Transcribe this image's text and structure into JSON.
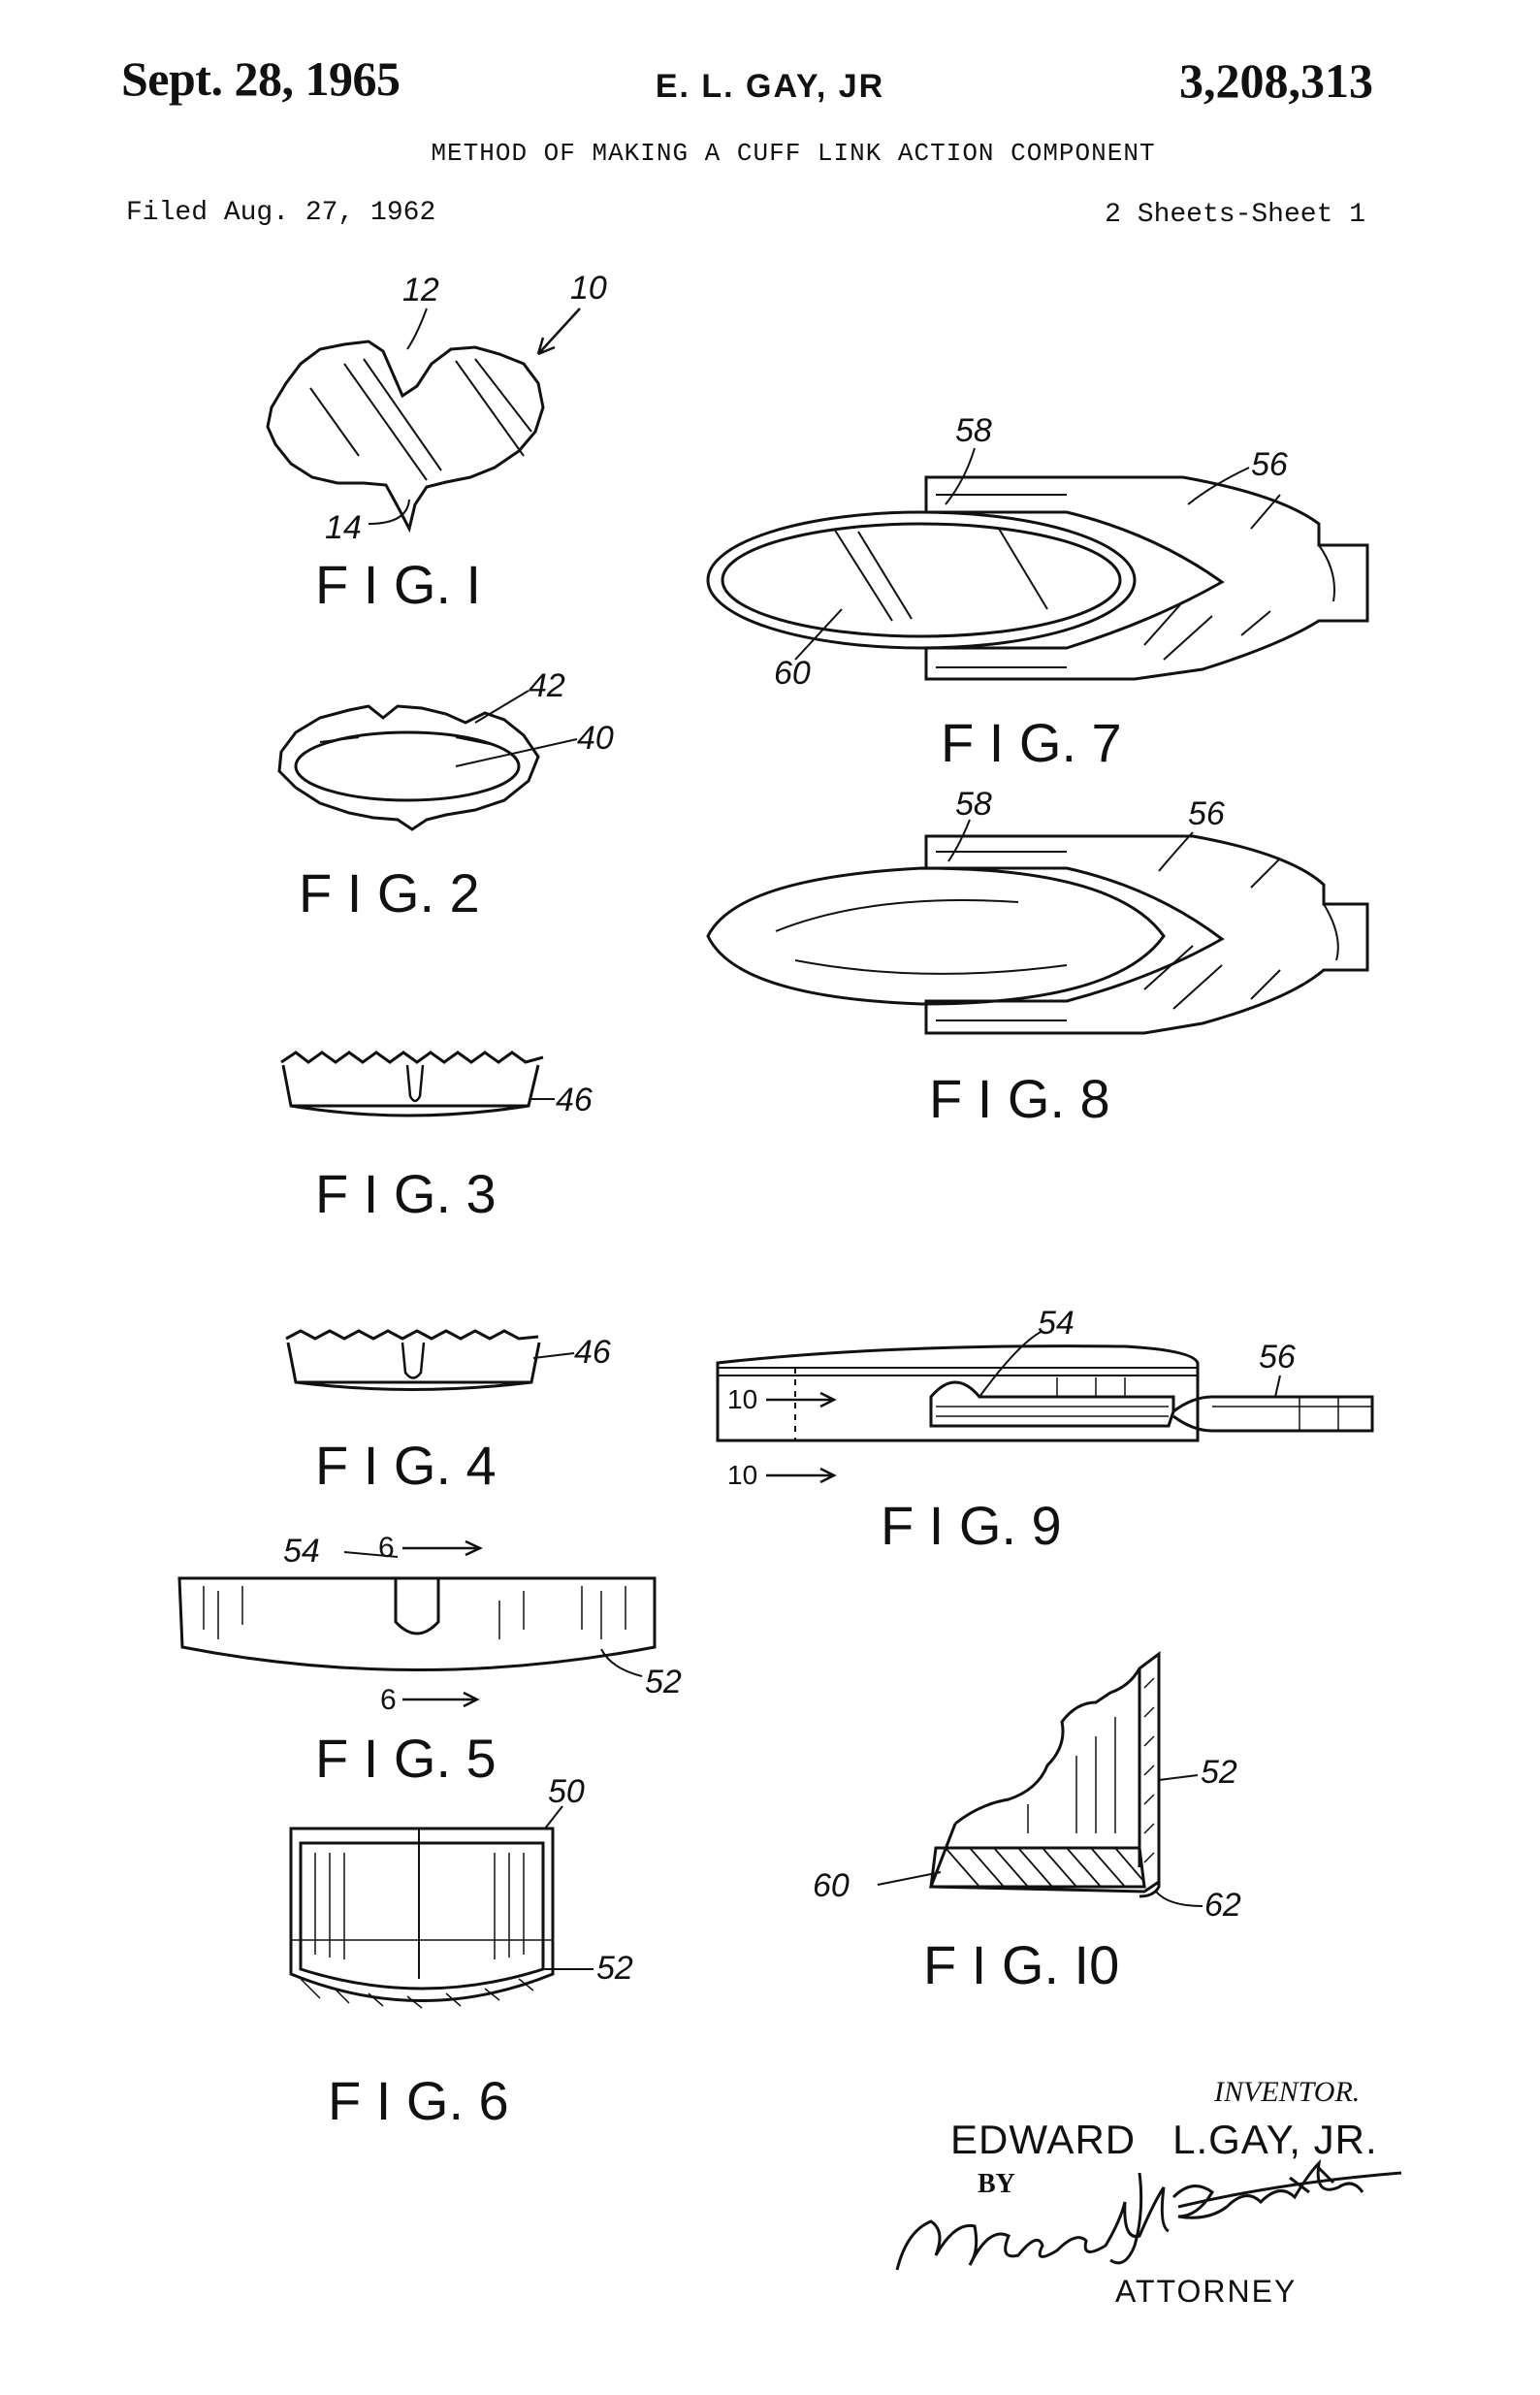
{
  "header": {
    "date": "Sept. 28, 1965",
    "inventor_short": "E. L. GAY, JR",
    "patent_number": "3,208,313",
    "title": "METHOD OF MAKING A CUFF LINK ACTION COMPONENT",
    "filed": "Filed Aug. 27, 1962",
    "sheet": "2 Sheets-Sheet 1"
  },
  "figures": {
    "fig1": {
      "caption": "F I G.  I",
      "refs": [
        "12",
        "10",
        "14"
      ]
    },
    "fig2": {
      "caption": "F I G.  2",
      "refs": [
        "42",
        "40"
      ]
    },
    "fig3": {
      "caption": "F I G. 3",
      "refs": [
        "46"
      ]
    },
    "fig4": {
      "caption": "F I G.  4",
      "refs": [
        "46"
      ]
    },
    "fig5": {
      "caption": "F I G.  5",
      "refs": [
        "54",
        "6",
        "6",
        "52"
      ]
    },
    "fig6": {
      "caption": "F I G.  6",
      "refs": [
        "50",
        "52"
      ]
    },
    "fig7": {
      "caption": "F I G.  7",
      "refs": [
        "58",
        "56",
        "60"
      ]
    },
    "fig8": {
      "caption": "F I G.  8",
      "refs": [
        "58",
        "56"
      ]
    },
    "fig9": {
      "caption": "F I G.  9",
      "refs": [
        "54",
        "56",
        "10",
        "10"
      ]
    },
    "fig10": {
      "caption": "F I G.  I0",
      "refs": [
        "52",
        "60",
        "62"
      ]
    }
  },
  "signature_block": {
    "inventor_label": "INVENTOR.",
    "inventor_name": "EDWARD   L.GAY, JR.",
    "by": "BY",
    "signature": "Maxwell J Renatta",
    "attorney_label": "ATTORNEY"
  }
}
